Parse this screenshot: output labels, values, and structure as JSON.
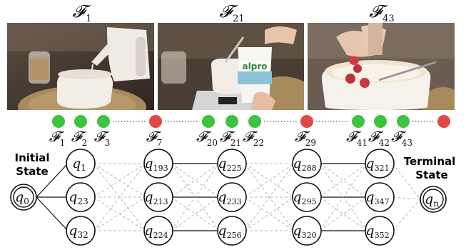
{
  "frames": [
    {
      "label": "𝓕",
      "sub": "1"
    },
    {
      "label": "𝓕",
      "sub": "21"
    },
    {
      "label": "𝓕",
      "sub": "43"
    }
  ],
  "photos": [
    {
      "caption": "",
      "subject": "kettle pouring into bowl"
    },
    {
      "caption": "alpro",
      "subject": "yogurt on scale"
    },
    {
      "caption": "",
      "subject": "strawberries into bowl"
    }
  ],
  "row_dots": [
    {
      "color": "#3cc43c",
      "label": "𝓕",
      "sub": "1"
    },
    {
      "color": "#3cc43c",
      "label": "𝓕",
      "sub": "2"
    },
    {
      "color": "#3cc43c",
      "label": "𝓕",
      "sub": "3"
    },
    {
      "color": "#e04848",
      "label": "𝓕",
      "sub": "7"
    },
    {
      "color": "#3cc43c",
      "label": "𝓕",
      "sub": "20"
    },
    {
      "color": "#3cc43c",
      "label": "𝓕",
      "sub": "21"
    },
    {
      "color": "#3cc43c",
      "label": "𝓕",
      "sub": "22"
    },
    {
      "color": "#e04848",
      "label": "𝓕",
      "sub": "29"
    },
    {
      "color": "#3cc43c",
      "label": "𝓕",
      "sub": "41"
    },
    {
      "color": "#3cc43c",
      "label": "𝓕",
      "sub": "42"
    },
    {
      "color": "#3cc43c",
      "label": "𝓕",
      "sub": "43"
    },
    {
      "color": "#e04848",
      "label": "",
      "sub": ""
    }
  ],
  "initial_label": [
    "Initial",
    "State"
  ],
  "terminal_label": [
    "Terminal",
    "State"
  ],
  "initial_state": {
    "q": "q",
    "sub": "0"
  },
  "terminal_state": {
    "q": "q",
    "sub": "n"
  },
  "columns": [
    [
      "1",
      "23",
      "32"
    ],
    [
      "193",
      "213",
      "224"
    ],
    [
      "225",
      "233",
      "256"
    ],
    [
      "288",
      "295",
      "320"
    ],
    [
      "321",
      "347",
      "352"
    ]
  ],
  "colors": {
    "green": "#3cc43c",
    "red": "#e04848",
    "edge": "#111111",
    "dashed": "#b8b8b8"
  }
}
